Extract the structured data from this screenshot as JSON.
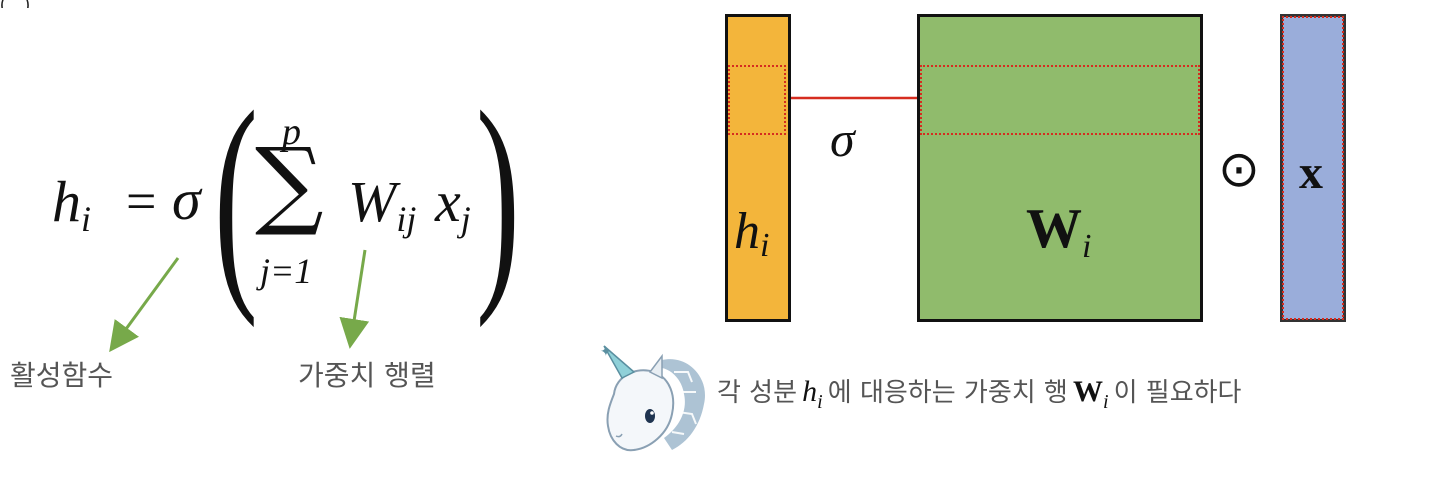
{
  "top_text": "(　)        ,　　　　　　　　　 ,　　,　　　　　　　　",
  "formula": {
    "lhs_var": "h",
    "lhs_sub": "i",
    "equals": "=",
    "activation": "σ",
    "sum_symbol": "∑",
    "sum_upper": "p",
    "sum_lower": "j=1",
    "weight_var": "W",
    "weight_sub": "ij",
    "input_var": "x",
    "input_sub": "j"
  },
  "labels": {
    "activation_label": "활성함수",
    "weight_label": "가중치 행렬"
  },
  "diagram": {
    "h_var": "h",
    "h_sub": "i",
    "sigma": "σ",
    "W_var": "W",
    "W_sub": "i",
    "odot": "⊙",
    "x_var": "x"
  },
  "caption": {
    "part1": "각 성분",
    "h_var": "h",
    "h_sub": "i",
    "part2": "에 대응하는 가중치 행",
    "W_var": "W",
    "W_sub": "i",
    "part3": "이 필요하다"
  },
  "colors": {
    "h_fill": "#f3b53b",
    "W_fill": "#90bb6c",
    "x_fill": "#9aadda",
    "dashed_red": "#d62c1f",
    "arrow_red": "#d62c1f",
    "green_arrow": "#77a94a"
  },
  "icons": {
    "mascot": "unicorn-mascot-icon"
  }
}
